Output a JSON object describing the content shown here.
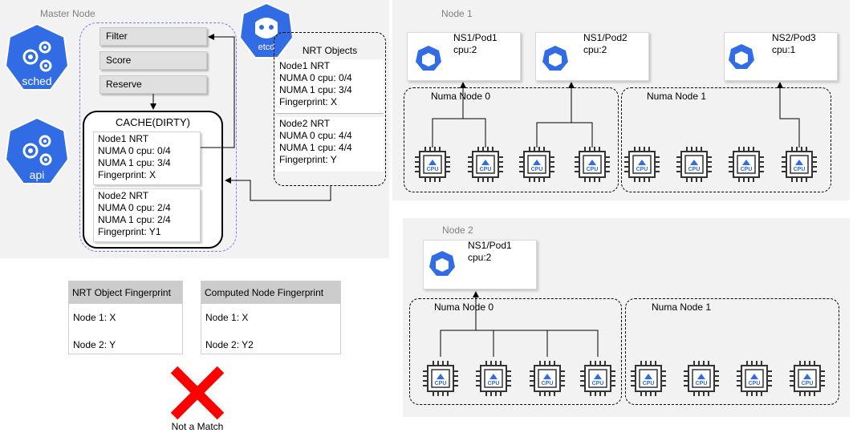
{
  "master": {
    "title": "Master Node",
    "sched_label": "sched",
    "api_label": "api",
    "etcd_label": "etcd",
    "plugins": [
      "Filter",
      "Score",
      "Reserve"
    ],
    "cache": {
      "title": "CACHE(DIRTY)",
      "entries": [
        {
          "lines": [
            "Node1 NRT",
            "NUMA 0 cpu: 0/4",
            "NUMA 1 cpu: 3/4",
            "Fingerprint: X"
          ]
        },
        {
          "lines": [
            "Node2 NRT",
            "NUMA 0 cpu: 2/4",
            "NUMA 1 cpu: 2/4",
            "Fingerprint: Y1"
          ]
        }
      ]
    },
    "nrt": {
      "title": "NRT Objects",
      "entries": [
        {
          "lines": [
            "Node1 NRT",
            "NUMA 0 cpu: 0/4",
            "NUMA 1 cpu: 3/4",
            "Fingerprint: X"
          ]
        },
        {
          "lines": [
            "Node2 NRT",
            "NUMA 0 cpu: 4/4",
            "NUMA 1 cpu: 4/4",
            "Fingerprint: Y"
          ]
        }
      ]
    }
  },
  "tables": [
    {
      "header": "NRT Object Fingerprint",
      "rows": [
        "Node 1: X",
        "Node 2: Y"
      ]
    },
    {
      "header": "Computed Node Fingerprint",
      "rows": [
        "Node 1: X",
        "Node 2: Y2"
      ]
    }
  ],
  "verdict": {
    "label": "Not a Match",
    "color": "#ff0000"
  },
  "node1": {
    "title": "Node 1",
    "pods": [
      {
        "name": "NS1/Pod1",
        "cpu": "cpu:2"
      },
      {
        "name": "NS1/Pod2",
        "cpu": "cpu:2"
      },
      {
        "name": "NS2/Pod3",
        "cpu": "cpu:1"
      }
    ],
    "numa": [
      "Numa Node 0",
      "Numa Node 1"
    ]
  },
  "node2": {
    "title": "Node 2",
    "pods": [
      {
        "name": "NS1/Pod1",
        "cpu": "cpu:2"
      }
    ],
    "numa": [
      "Numa Node 0",
      "Numa Node 1"
    ]
  },
  "cpu_label": "CPU",
  "colors": {
    "k8s_blue": "#326ce5",
    "panel": "#f2f2f2",
    "purple_dash": "#7b7bff"
  }
}
